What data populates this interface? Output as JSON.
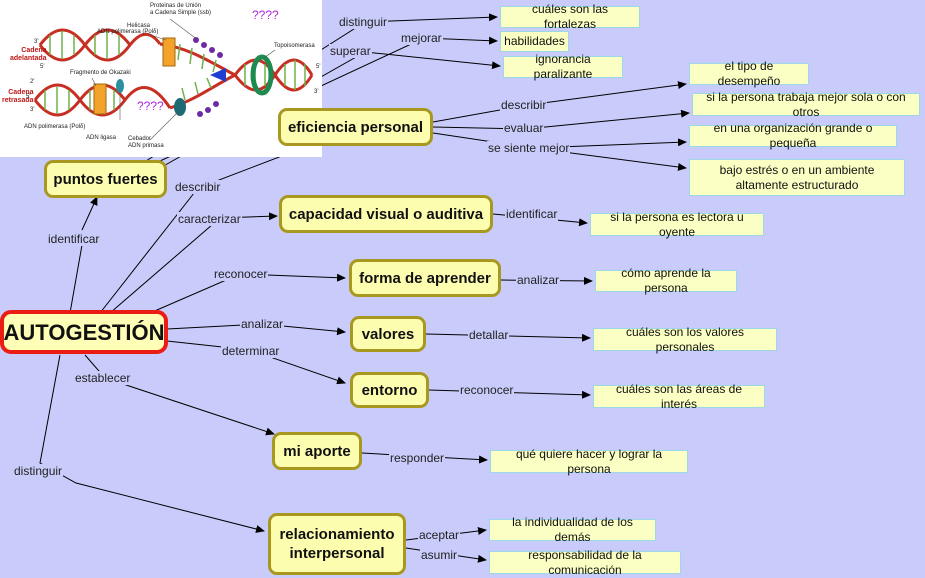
{
  "root": "AUTOGESTIÓN",
  "nodes": {
    "puntos_fuertes": "puntos fuertes",
    "eficiencia": "eficiencia personal",
    "capacidad": "capacidad visual o auditiva",
    "forma": "forma de aprender",
    "valores": "valores",
    "entorno": "entorno",
    "aporte": "mi aporte",
    "relacionamiento": "relacionamiento interpersonal"
  },
  "leaves": {
    "fortalezas": "cuáles son las fortalezas",
    "habilidades": "habilidades",
    "ignorancia": "ignorancia paralizante",
    "desempeno": "el tipo de desempeño",
    "sola": "si la persona trabaja mejor sola o con otros",
    "organizacion": "en una organización grande o pequeña",
    "estres": "bajo estrés o en un ambiente altamente estructurado",
    "lectora": "si la persona es lectora u oyente",
    "aprende": "cómo aprende la persona",
    "valores": "cuáles son los valores personales",
    "areas": "cuáles son las áreas de interés",
    "quiere": "qué quiere hacer y lograr la persona",
    "individualidad": "la individualidad de los demás",
    "responsabilidad": "responsabilidad de la comunicación"
  },
  "labels": {
    "identificar_pf": "identificar",
    "describir_root": "describir",
    "caracterizar": "caracterizar",
    "reconocer_forma": "reconocer",
    "analizar_valores": "analizar",
    "determinar": "determinar",
    "establecer": "establecer",
    "distinguir_root": "distinguir",
    "distinguir_pf": "distinguir",
    "mejorar": "mejorar",
    "superar": "superar",
    "describir_ef": "describir",
    "evaluar": "evaluar",
    "se_siente_mejor": "se siente mejor",
    "identificar_cap": "identificar",
    "analizar_forma": "analizar",
    "detallar": "detallar",
    "reconocer_entorno": "reconocer",
    "responder": "responder",
    "aceptar": "aceptar",
    "asumir": "asumir"
  },
  "image": {
    "q1": "????",
    "q2": "????",
    "lbl_proteinas": "Proteinas de Unión\na Cadena Simple (ssb)",
    "lbl_helicasa": "Helicasa",
    "lbl_adn_pol_top": "ADN polimerasa (Polδ)",
    "lbl_cadena_adelantada": "Cadena\nadelantada",
    "lbl_fragmento": "Fragmento de Okazaki",
    "lbl_cadena_retrasada": "Cadena\nretrasada",
    "lbl_adn_pol_bottom": "ADN polimerasa (Polδ)",
    "lbl_ligasa": "ADN ligasa",
    "lbl_cebador": "Cebador\nADN primasa",
    "lbl_topoisomerasa": "Topoisomerasa",
    "end_3a": "3'",
    "end_5a": "5'",
    "end_2": "2'",
    "end_3b": "3'",
    "end_5b": "5'",
    "end_3c": "3'",
    "end_5c": "5'"
  },
  "colors": {
    "background": "#c9ccfb",
    "node_fill": "#fdfdb0",
    "node_border": "#a99820",
    "root_border": "#ea1c14",
    "leaf_fill": "#fbffc3",
    "leaf_border": "#9cd8e6",
    "question_marks": "#b027d8"
  }
}
